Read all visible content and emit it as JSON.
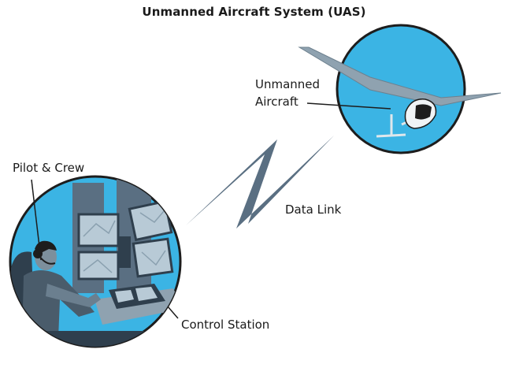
{
  "title": "Unmanned Aircraft System (UAS)",
  "labels": {
    "aircraft_line1": "Unmanned",
    "aircraft_line2": "Aircraft",
    "pilot": "Pilot & Crew",
    "data_link": "Data Link",
    "control_station": "Control Station"
  },
  "colors": {
    "sky": "#3bb4e4",
    "circle_border": "#1d1d1d",
    "data_link_bolt": "#5a6f82",
    "aircraft_body": "#8fa2b0",
    "station_dark": "#2f3f4d",
    "screens": "#b8cad6"
  }
}
